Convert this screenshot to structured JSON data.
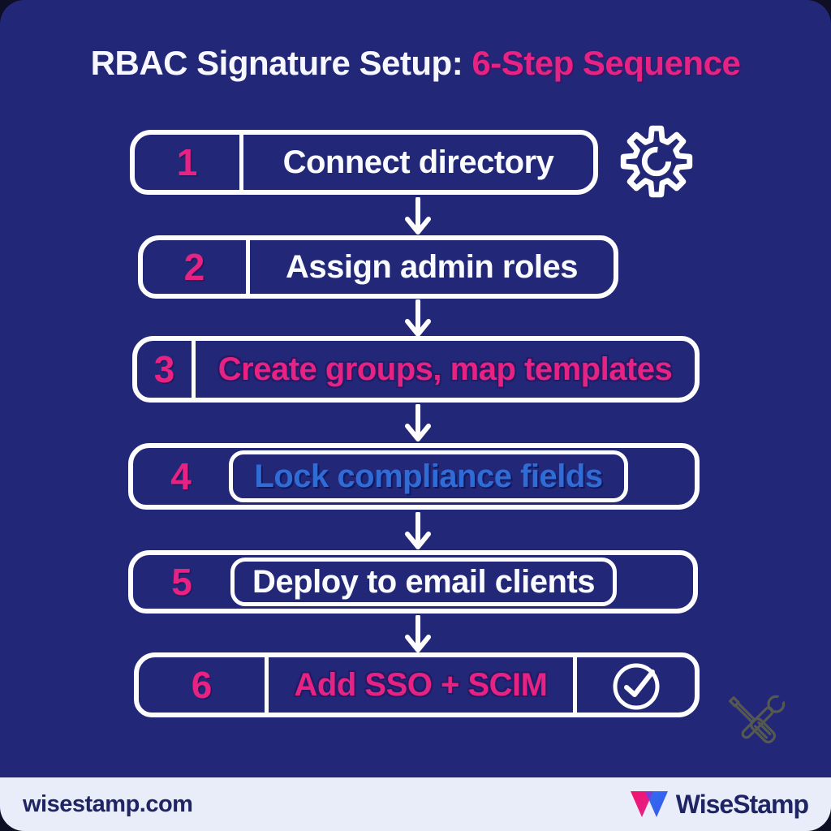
{
  "title": {
    "prefix": "RBAC Signature Setup:",
    "accent": "6-Step Sequence"
  },
  "steps": [
    {
      "number": "1",
      "label": "Connect directory"
    },
    {
      "number": "2",
      "label": "Assign admin roles"
    },
    {
      "number": "3",
      "label": "Create groups, map templates"
    },
    {
      "number": "4",
      "label": "Lock compliance fields"
    },
    {
      "number": "5",
      "label": "Deploy to email clients"
    },
    {
      "number": "6",
      "label": "Add SSO + SCIM"
    }
  ],
  "icons": {
    "top_right": "gear-icon",
    "step6_inline": "check-circle-icon",
    "bottom_right": "wrench-screwdriver-icon",
    "between_steps": "arrow-down-icon",
    "brand": "wisestamp-logo-icon"
  },
  "footer": {
    "website": "wisestamp.com",
    "brand": "WiseStamp"
  },
  "colors": {
    "canvas_navy": "#232778",
    "outer_background": "#0e0e24",
    "box_border_white": "#fdfdfd",
    "accent_pink": "#e62382",
    "step4_blue": "#2f6cd6",
    "footer_background": "#e9edfa",
    "footer_text_navy": "#1e2464",
    "logo_pink": "#ec1c7c",
    "logo_purple": "#7b3bd8",
    "logo_blue": "#2f6ff2"
  }
}
